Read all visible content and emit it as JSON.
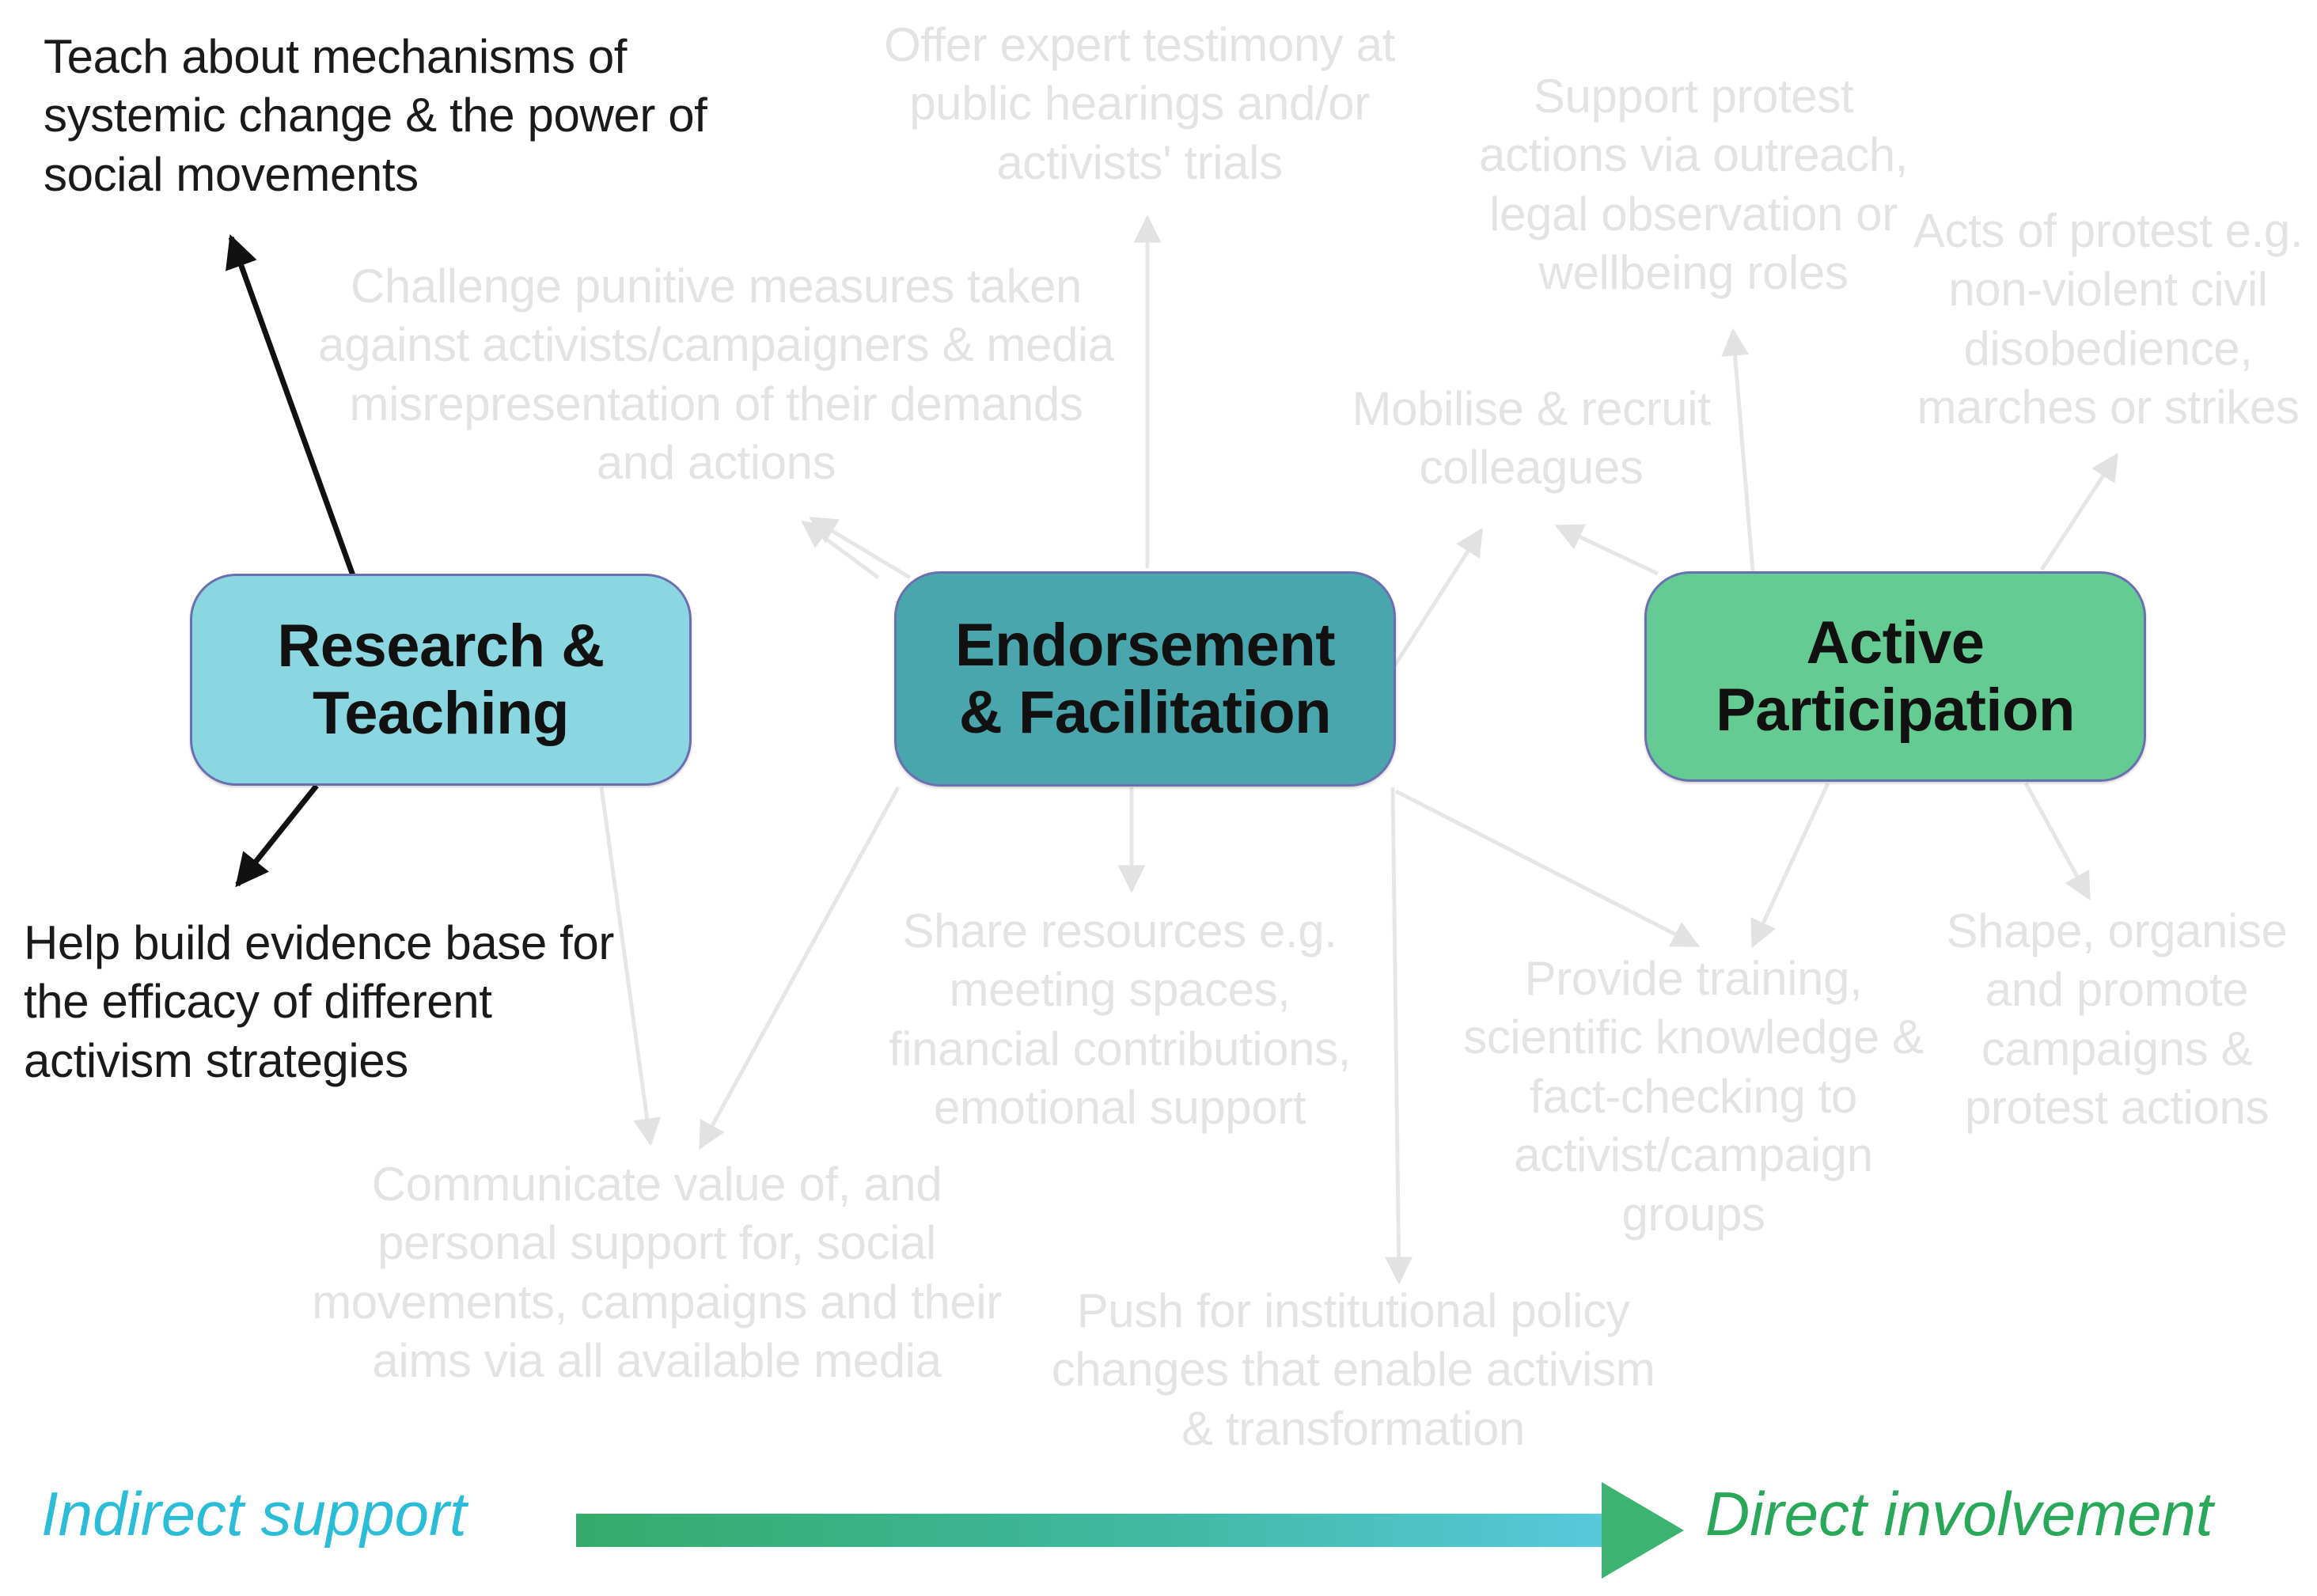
{
  "diagram": {
    "title_nodes": [
      {
        "id": "research",
        "label": "Research &\nTeaching",
        "color": "#8ad7e2"
      },
      {
        "id": "endorsement",
        "label": "Endorsement\n& Facilitation",
        "color": "#4aa6ad"
      },
      {
        "id": "active",
        "label": "Active\nParticipation",
        "color": "#64cc92"
      }
    ],
    "nodes": {
      "research": {
        "line1": "Research &",
        "line2": "Teaching"
      },
      "endorsement": {
        "line1": "Endorsement",
        "line2": "& Facilitation"
      },
      "active": {
        "line1": "Active",
        "line2": "Participation"
      }
    },
    "annotations": {
      "teach": "Teach about mechanisms of systemic change & the power of social movements",
      "help_build": "Help build evidence base for the efficacy of different activism strategies",
      "challenge": "Challenge punitive measures taken against activists/campaigners & media misrepresentation of their demands and actions",
      "testimony": "Offer expert testimony at public hearings and/or activists' trials",
      "support_protest": "Support protest actions via outreach, legal observation or wellbeing roles",
      "acts_of_protest": "Acts of protest e.g. non-violent civil disobedience, marches or strikes",
      "mobilise": "Mobilise & recruit colleagues",
      "share_resources": "Share resources e.g. meeting spaces, financial contributions, emotional support",
      "communicate": "Communicate value of, and personal support for, social movements, campaigns and their aims via all available media",
      "push_policy": "Push for institutional policy changes that enable activism & transformation",
      "provide_training": "Provide training, scientific knowledge & fact-checking to activist/campaign groups",
      "shape_organise": "Shape, organise and promote campaigns & protest actions"
    },
    "axis": {
      "left_label": "Indirect support",
      "right_label": "Direct involvement",
      "left_color": "#2bbcd8",
      "right_color": "#2aa85a",
      "gradient_start": "#35ab6a",
      "gradient_end": "#4fc6d8",
      "arrowhead_color": "#3cb371"
    },
    "colors": {
      "faint_text": "#e3e3e3",
      "dark_text": "#1a1a1a",
      "node_border": "#6a6fb0",
      "faint_arrow": "#e6e6e6",
      "dark_arrow": "#111111"
    }
  }
}
